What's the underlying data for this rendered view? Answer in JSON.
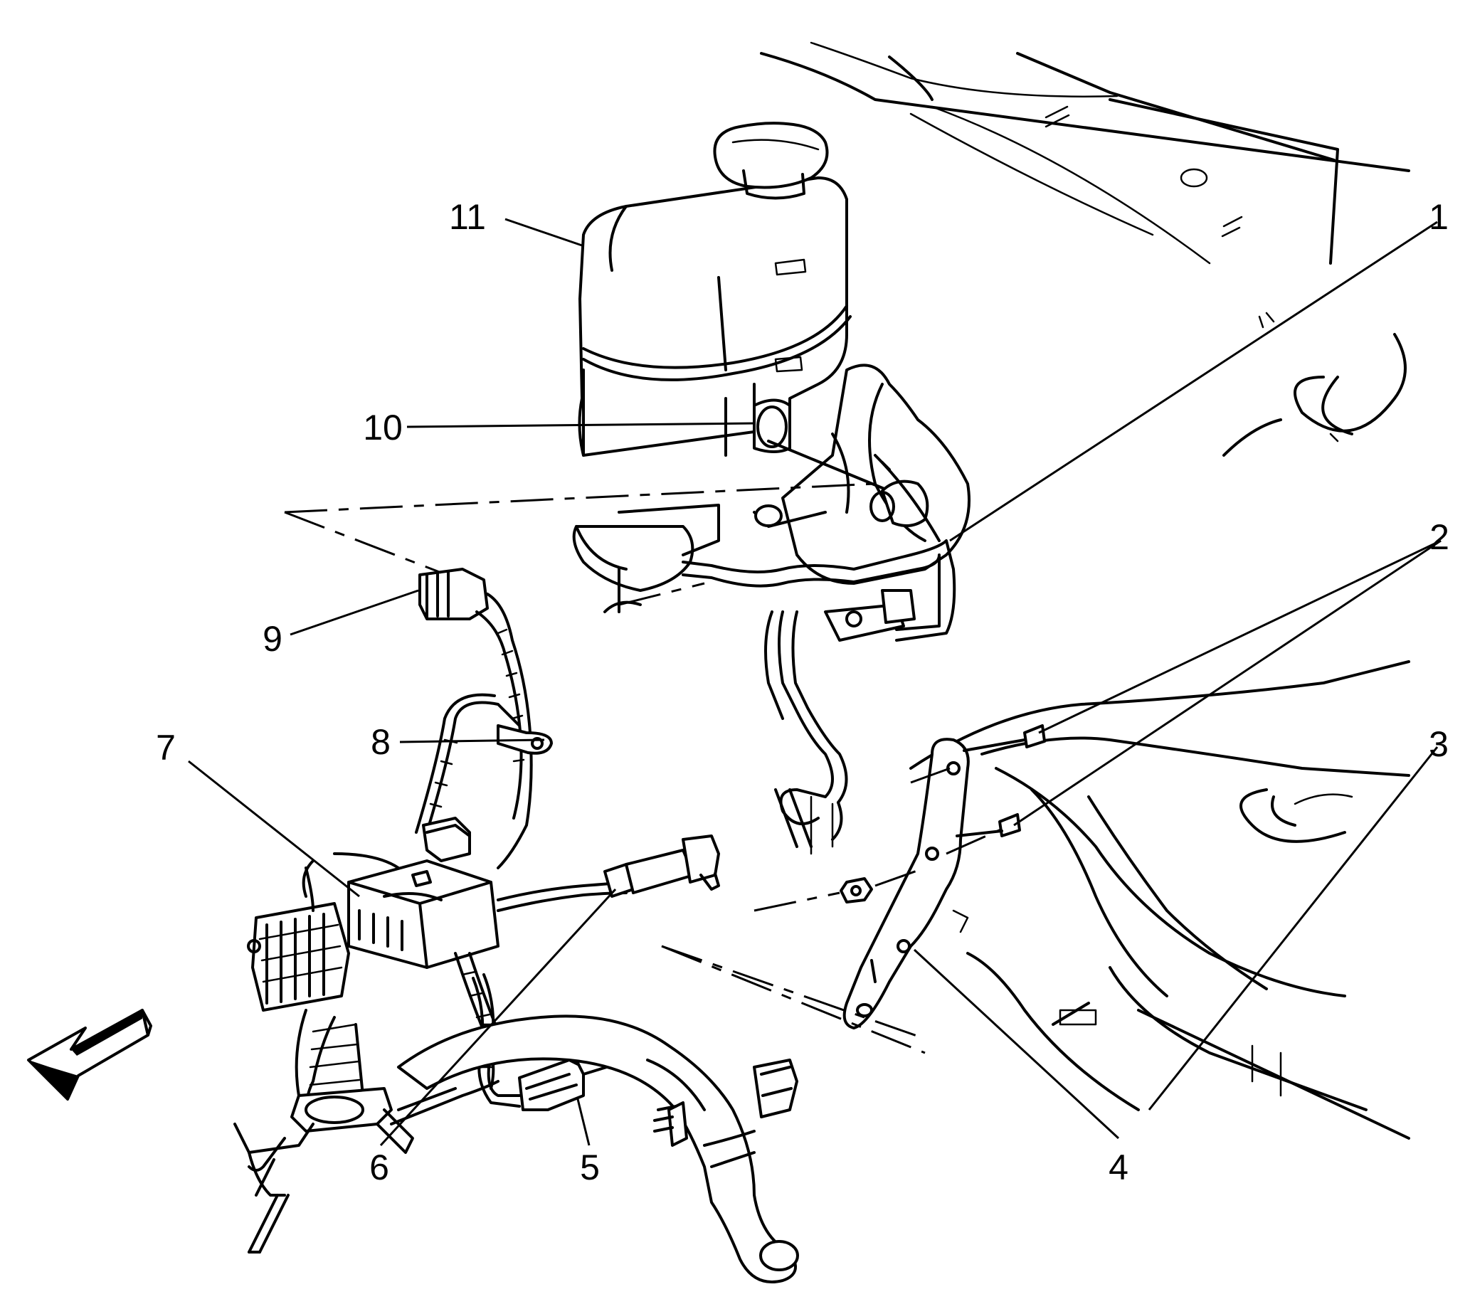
{
  "callouts": [
    {
      "id": "1",
      "label": "1"
    },
    {
      "id": "2",
      "label": "2"
    },
    {
      "id": "3",
      "label": "3"
    },
    {
      "id": "4",
      "label": "4"
    },
    {
      "id": "5",
      "label": "5"
    },
    {
      "id": "6",
      "label": "6"
    },
    {
      "id": "7",
      "label": "7"
    },
    {
      "id": "8",
      "label": "8"
    },
    {
      "id": "9",
      "label": "9"
    },
    {
      "id": "10",
      "label": "10"
    },
    {
      "id": "11",
      "label": "11"
    }
  ],
  "icons": {
    "front_arrow": "front-direction-arrow-icon"
  }
}
